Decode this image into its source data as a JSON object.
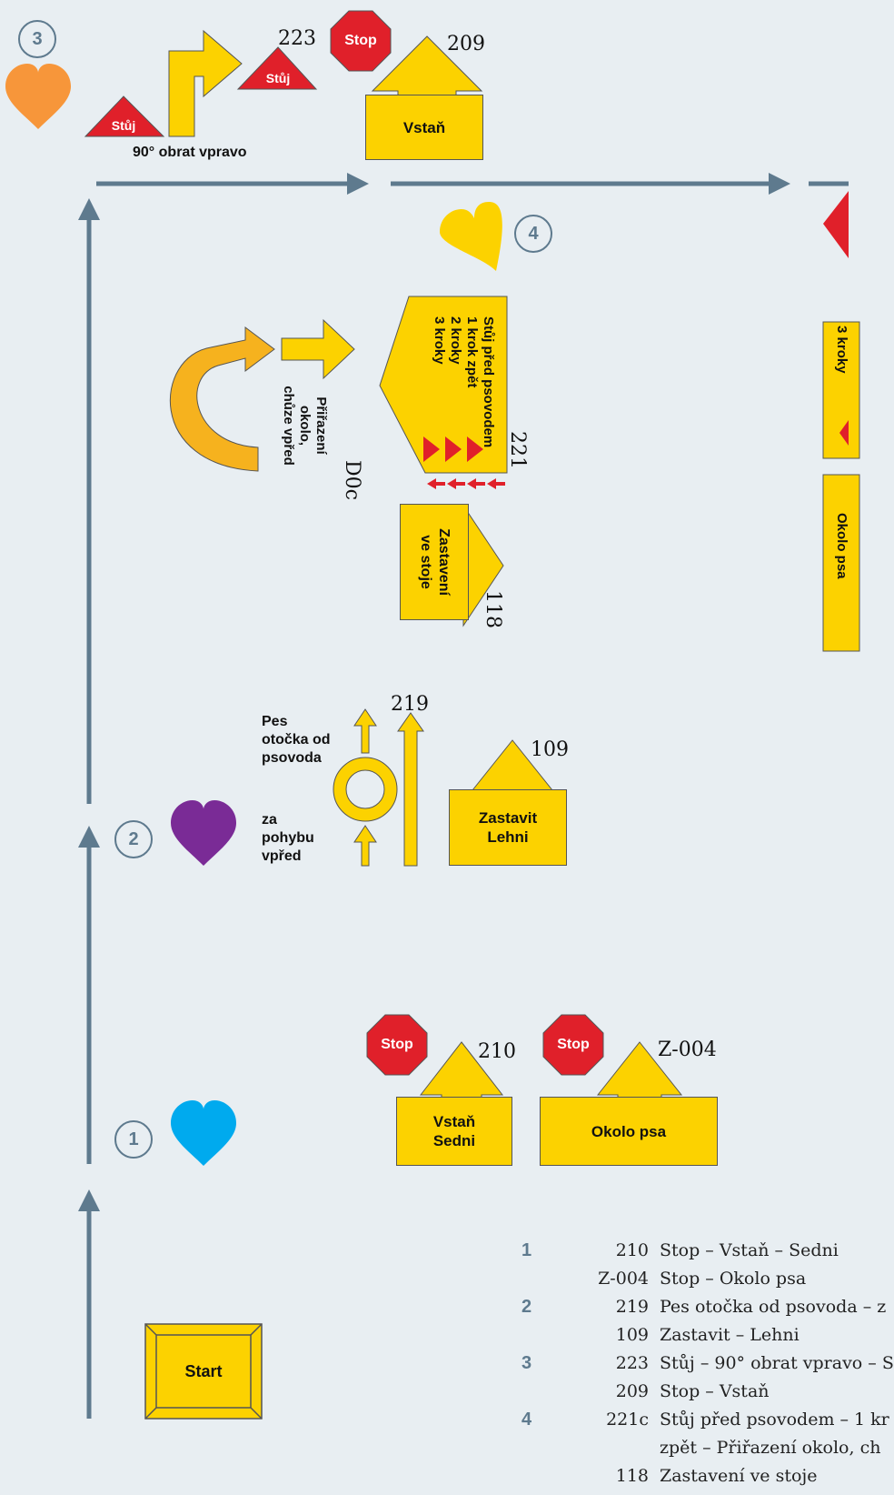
{
  "diagram": {
    "start_label": "Start",
    "section_numbers": [
      "1",
      "2",
      "3",
      "4"
    ],
    "colors": {
      "path": "#5e7a8e",
      "sign": "#fcd200",
      "stop": "#e0202a",
      "heart1": "#00aaee",
      "heart2": "#7a2b96",
      "heart3": "#f7963a",
      "heart4": "#fcd200",
      "background": "#e8eef2"
    },
    "stations": {
      "s210": {
        "code": "210",
        "stop": "Stop",
        "box": "Vstaň\nSedni"
      },
      "z004": {
        "code": "Z-004",
        "stop": "Stop",
        "box": "Okolo psa"
      },
      "s219": {
        "code": "219",
        "top_text": "Pes\notočka od\npsovoda",
        "bottom_text": "za\npohybu\nvpřed"
      },
      "s109": {
        "code": "109",
        "box": "Zastavit\nLehni"
      },
      "s223": {
        "code": "223",
        "stuj": "Stůj",
        "caption": "90° obrat vpravo"
      },
      "s209": {
        "code": "209",
        "stop": "Stop",
        "box": "Vstaň"
      },
      "s221": {
        "code": "221",
        "text": "Stůj před psovodem\n1 krok zpět\n2 kroky\n3 kroky"
      },
      "d0c": {
        "code": "D0c",
        "text": "Přiřazení\nokolo,\nchůze vpřed"
      },
      "s118": {
        "code": "118",
        "box": "Zastavení\nve stoje"
      },
      "partial": {
        "text1": "3 kroky",
        "text2": "Okolo psa"
      }
    }
  },
  "legend": [
    {
      "section": "1",
      "code": "210",
      "desc": "Stop – Vstaň – Sedni"
    },
    {
      "section": "",
      "code": "Z-004",
      "desc": "Stop – Okolo psa"
    },
    {
      "section": "2",
      "code": "219",
      "desc": "Pes otočka od psovoda – z"
    },
    {
      "section": "",
      "code": "109",
      "desc": "Zastavit – Lehni"
    },
    {
      "section": "3",
      "code": "223",
      "desc": "Stůj – 90° obrat vpravo – S"
    },
    {
      "section": "",
      "code": "209",
      "desc": "Stop – Vstaň"
    },
    {
      "section": "4",
      "code": "221c",
      "desc": "Stůj před psovodem – 1 kr"
    },
    {
      "section": "",
      "code": "",
      "desc": "zpět – Přiřazení okolo, ch"
    },
    {
      "section": "",
      "code": "118",
      "desc": "Zastavení ve stoje"
    }
  ]
}
